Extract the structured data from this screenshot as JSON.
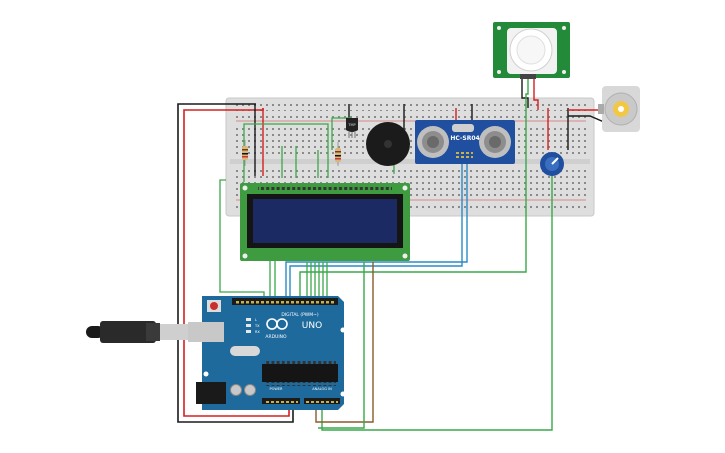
{
  "components": {
    "ultrasonic_label": "HC-SR04",
    "arduino_brand": "UNO",
    "arduino_maker": "ARDUINO",
    "digital_header_label": "DIGITAL (PWM~)",
    "power_label": "POWER",
    "analog_label": "ANALOG IN",
    "sensor_chip_label": "TMP",
    "pin_labels": [
      "L",
      "TX",
      "RX"
    ]
  },
  "colors": {
    "breadboard": "#dedede",
    "arduino": "#1f6a9c",
    "lcd_board": "#3f9b3f",
    "lcd_screen": "#1c2a63",
    "pir_board": "#238a3a",
    "ultrasonic_board": "#1f4f9e",
    "wire_red": "#d42020",
    "wire_black": "#1a1a1a",
    "wire_green": "#3aa84a",
    "wire_blue": "#2a8cc8",
    "wire_brown": "#8a5a2b"
  }
}
